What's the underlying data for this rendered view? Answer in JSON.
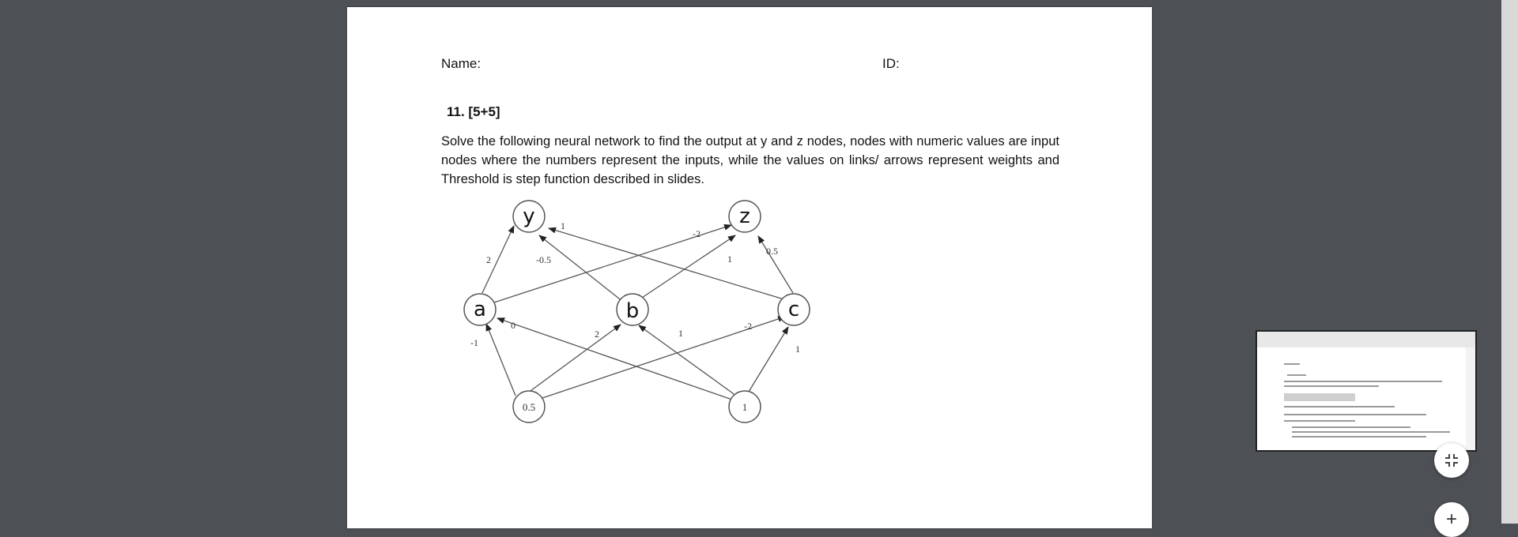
{
  "document": {
    "name_label": "Name:",
    "id_label": "ID:",
    "question_number": "11. [5+5]",
    "question_text": "Solve the following neural network to find the output at y and z nodes, nodes with numeric values are input nodes where the numbers represent the inputs, while the values on links/ arrows represent weights and Threshold is step function described in slides."
  },
  "network": {
    "nodes": {
      "y": "y",
      "z": "z",
      "a": "a",
      "b": "b",
      "c": "c",
      "in1": "0.5",
      "in2": "1"
    },
    "weights": {
      "a_y": "2",
      "c_y": "1",
      "b_y": "-0.5",
      "a_z": "-2",
      "b_z": "1",
      "c_z": "0.5",
      "in2_a": "0",
      "in1_a": "-1",
      "in1_b": "2",
      "in2_b": "1",
      "in1_c": "-2",
      "in2_c": "1"
    }
  },
  "controls": {
    "fab_top_icon": "collapse-icon",
    "fab_bottom_icon": "plus-icon",
    "fab_bottom_label": "+"
  }
}
